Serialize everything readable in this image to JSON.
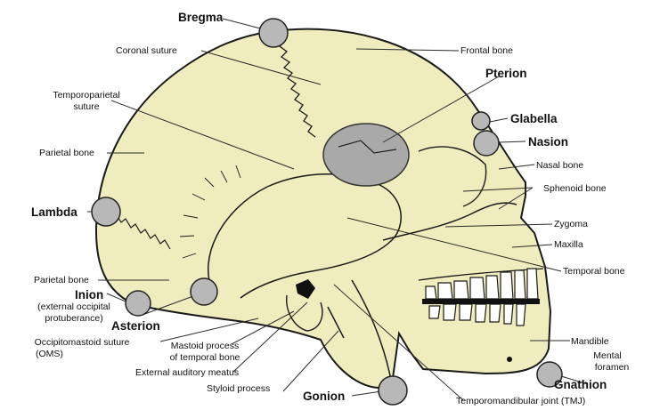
{
  "colors": {
    "bone": "#efedbe",
    "outline": "#1a1a1a",
    "landmark_fill": "#b8b8b8",
    "pterion_fill": "#a9a9a9",
    "leader_line": "#2b2b2b"
  },
  "landmarks": {
    "bregma": "Bregma",
    "pterion": "Pterion",
    "glabella": "Glabella",
    "nasion": "Nasion",
    "lambda": "Lambda",
    "inion": "Inion",
    "inion_note_1": "(external occipital",
    "inion_note_2": "protuberance)",
    "asterion": "Asterion",
    "gonion": "Gonion",
    "gnathion": "Gnathion"
  },
  "labels": {
    "coronal_suture": "Coronal suture",
    "frontal_bone": "Frontal bone",
    "temporoparietal_1": "Temporoparietal",
    "temporoparietal_2": "suture",
    "parietal_bone_top": "Parietal bone",
    "nasal_bone": "Nasal bone",
    "sphenoid_bone": "Sphenoid bone",
    "zygoma": "Zygoma",
    "maxilla": "Maxilla",
    "temporal_bone": "Temporal bone",
    "parietal_bone_low": "Parietal bone",
    "occipitomastoid_1": "Occipitomastoid suture",
    "occipitomastoid_2": "(OMS)",
    "mastoid_1": "Mastoid process",
    "mastoid_2": "of temporal bone",
    "external_auditory": "External auditory meatus",
    "styloid": "Styloid process",
    "mandible": "Mandible",
    "mental_1": "Mental",
    "mental_2": "foramen",
    "tmj": "Temporomandibular joint (TMJ)"
  }
}
